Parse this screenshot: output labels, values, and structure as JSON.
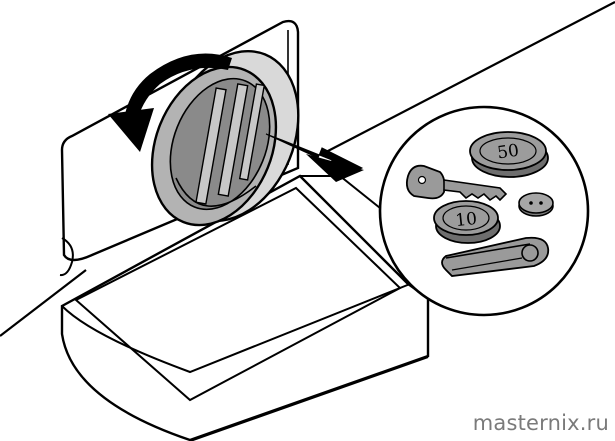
{
  "illustration": {
    "subject": "washing-machine-drain-filter-removal",
    "colors": {
      "line": "#000000",
      "paper": "#ffffff",
      "filter_body": "#b3b3b3",
      "filter_dark": "#8a8a8a",
      "coin": "#8c8c8c",
      "coin_light": "#b5b5b5",
      "key": "#9a9a9a"
    }
  },
  "inset": {
    "coin_large_value": "50",
    "coin_small_value": "10"
  },
  "watermark": {
    "text": "masternix.ru"
  }
}
